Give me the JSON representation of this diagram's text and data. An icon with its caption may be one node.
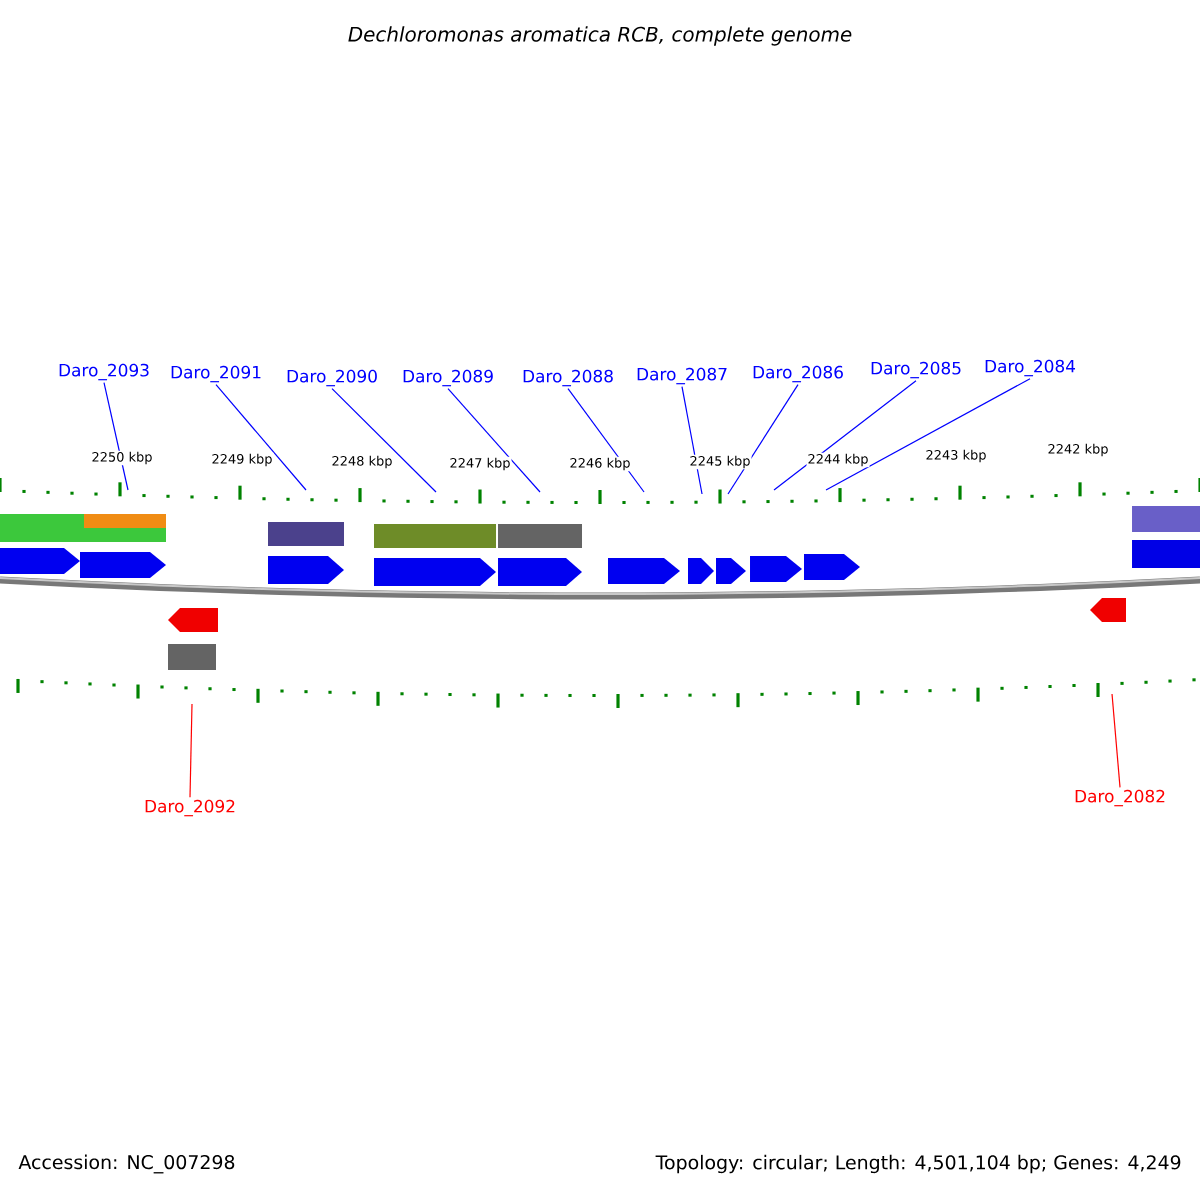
{
  "diagram": {
    "title": "Dechloromonas aromatica RCB, complete genome",
    "nodes": [
      {
        "text": [
          "Daro_2093"
        ]
      },
      {
        "text": [
          "Daro_2091"
        ]
      },
      {
        "text": [
          "Daro_2090"
        ]
      },
      {
        "text": [
          "Daro_2089"
        ]
      },
      {
        "text": [
          "Daro_2088"
        ]
      },
      {
        "text": [
          "Daro_2087"
        ]
      },
      {
        "text": [
          "Daro_2086"
        ]
      },
      {
        "text": [
          "Daro_2085"
        ]
      },
      {
        "text": [
          "Daro_2084"
        ]
      },
      {
        "text": [
          "Daro_2092"
        ]
      },
      {
        "text": [
          "Daro_2082"
        ]
      }
    ],
    "edges": [
      {
        "from": 0,
        "to": null,
        "arrow": "none"
      },
      {
        "from": 1,
        "to": null,
        "arrow": "none"
      },
      {
        "from": 2,
        "to": null,
        "arrow": "none"
      },
      {
        "from": 3,
        "to": null,
        "arrow": "none"
      },
      {
        "from": 4,
        "to": null,
        "arrow": "none"
      },
      {
        "from": 5,
        "to": null,
        "arrow": "none"
      },
      {
        "from": 6,
        "to": null,
        "arrow": "none"
      },
      {
        "from": 7,
        "to": null,
        "arrow": "none"
      },
      {
        "from": 8,
        "to": null,
        "arrow": "none"
      },
      {
        "from": 9,
        "to": null,
        "arrow": "none",
        "color": "#ff0000"
      },
      {
        "from": 10,
        "to": null,
        "arrow": "none",
        "color": "#ff0000"
      }
    ],
    "labels": [
      "2250 kbp",
      "2249 kbp",
      "2248 kbp",
      "2247 kbp",
      "2246 kbp",
      "2245 kbp",
      "2244 kbp",
      "2243 kbp",
      "2242 kbp",
      "Accession: NC_007298",
      "Topology: circular; Length: 4,501,104 bp; Genes: 4,249"
    ]
  }
}
